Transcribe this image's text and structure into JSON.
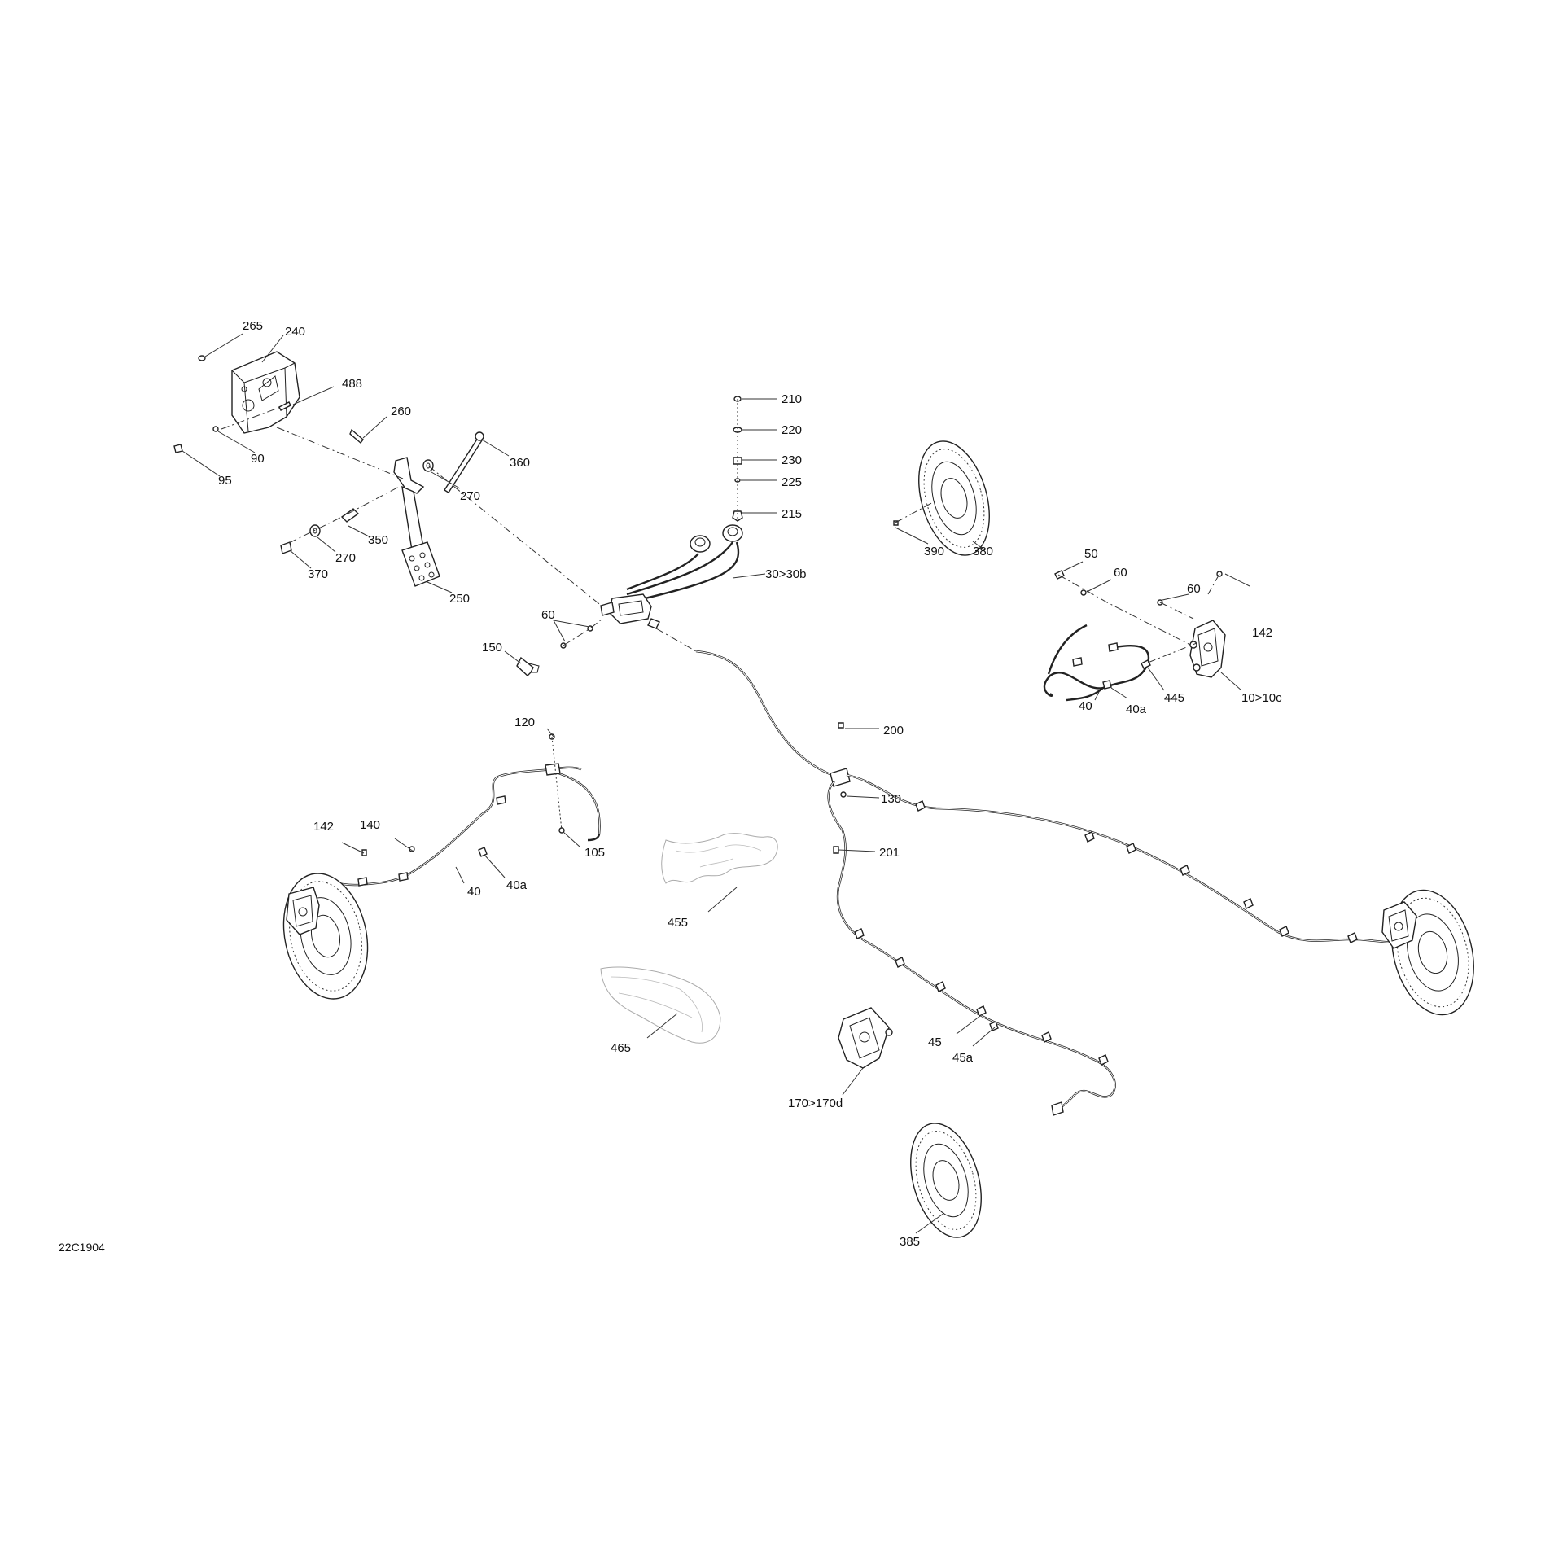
{
  "figure_code": "22C1904",
  "callouts": {
    "c265": "265",
    "c240": "240",
    "c488": "488",
    "c260": "260",
    "c90": "90",
    "c95": "95",
    "c360": "360",
    "c270a": "270",
    "c270b": "270",
    "c350": "350",
    "c370": "370",
    "c250": "250",
    "c210": "210",
    "c220": "220",
    "c230": "230",
    "c225": "225",
    "c215": "215",
    "c30": "30>30b",
    "c60a": "60",
    "c150": "150",
    "c390": "390",
    "c380": "380",
    "c50": "50",
    "c60b": "60",
    "c60c": "60",
    "c142a": "142",
    "c40a": "40",
    "c40aa": "40a",
    "c445": "445",
    "c10": "10>10c",
    "c200": "200",
    "c120": "120",
    "c130": "130",
    "c201": "201",
    "c142b": "142",
    "c140": "140",
    "c105": "105",
    "c40b": "40",
    "c40ab": "40a",
    "c455": "455",
    "c465": "465",
    "c45": "45",
    "c45a": "45a",
    "c170": "170>170d",
    "c385": "385"
  }
}
